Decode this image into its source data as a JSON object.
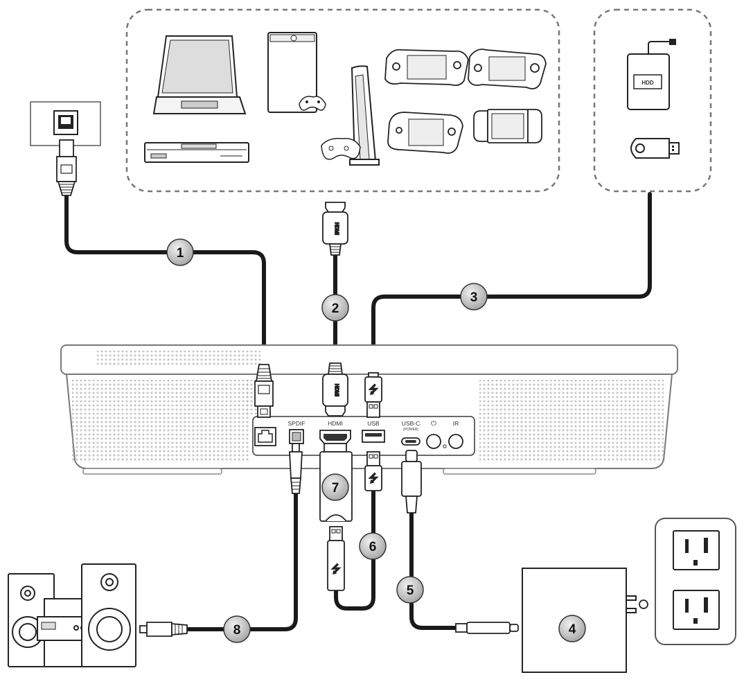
{
  "ports": {
    "spdif": "SPDIF",
    "hdmi": "HDMI",
    "usb": "USB",
    "usbc": "USB-C",
    "usbc_sub": "(POWER)",
    "power_symbol": "⏻",
    "ir": "IR"
  },
  "storage": {
    "hdd_label": "HDD"
  },
  "callouts": [
    "1",
    "2",
    "3",
    "4",
    "5",
    "6",
    "7",
    "8"
  ],
  "icons": {
    "usb_symbol": "⭍",
    "hdmi_symbol": "HDMI"
  }
}
